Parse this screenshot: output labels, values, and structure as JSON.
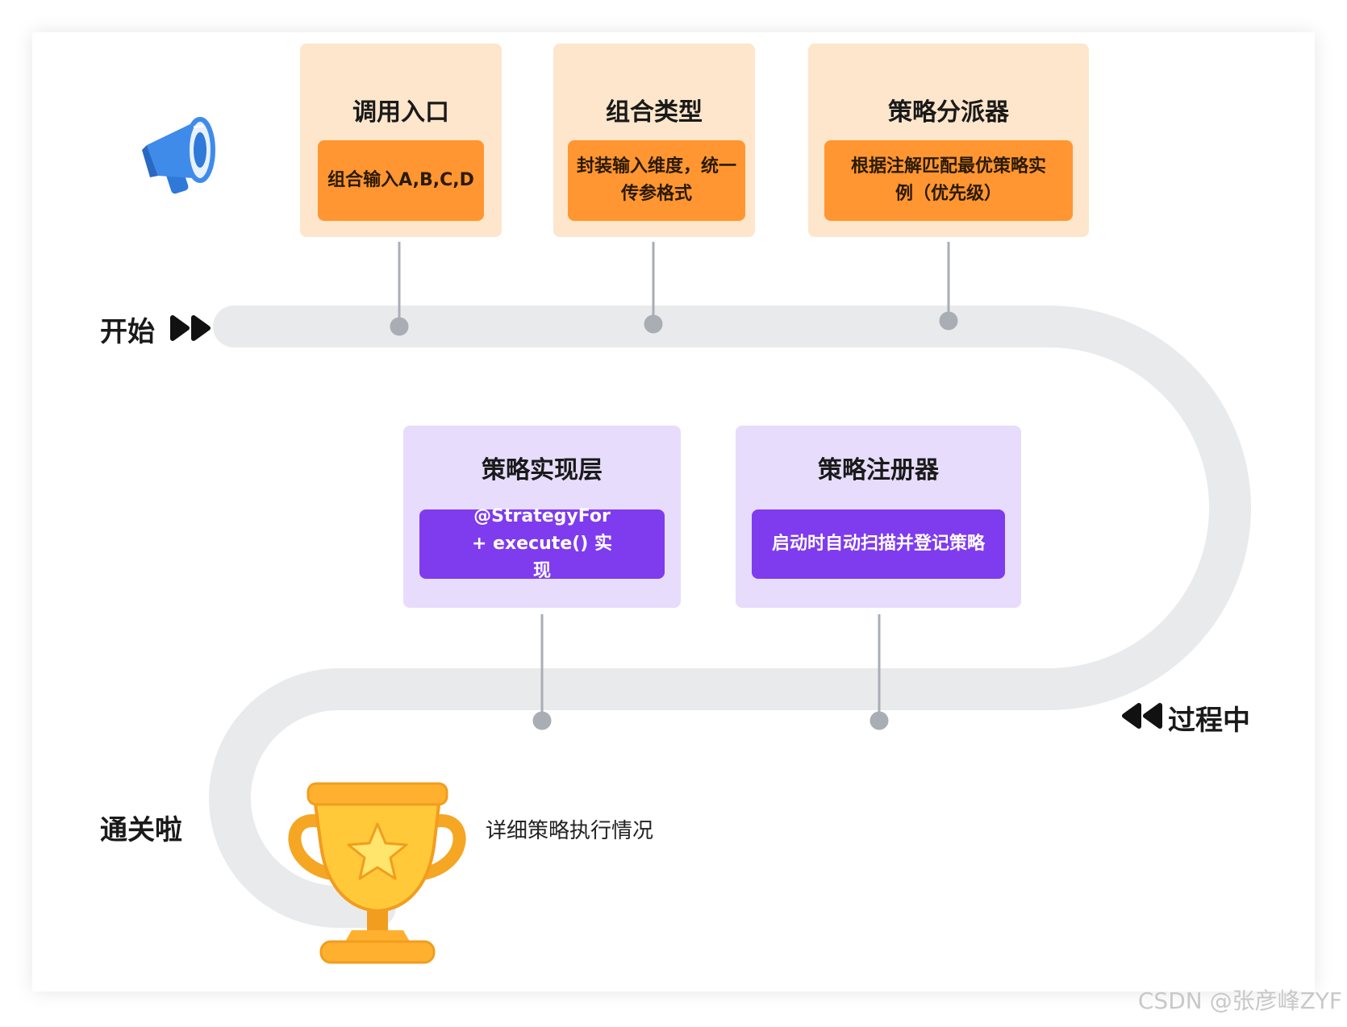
{
  "labels": {
    "start": "开始",
    "process": "过程中",
    "finish": "通关啦"
  },
  "steps": [
    {
      "title": "调用入口",
      "desc": "组合输入A,B,C,D"
    },
    {
      "title": "组合类型",
      "desc": "封装输入维度，统一传参格式"
    },
    {
      "title": "策略分派器",
      "desc": "根据注解匹配最优策略实例（优先级）"
    },
    {
      "title": "策略实现层",
      "desc": "@StrategyFor + execute() 实现"
    },
    {
      "title": "策略注册器",
      "desc": "启动时自动扫描并登记策略"
    }
  ],
  "detail": "详细策略执行情况",
  "watermark": "CSDN @张彦峰ZYF",
  "icons": {
    "start": "megaphone-icon",
    "finish": "trophy-icon",
    "forward": "fast-forward-icon",
    "rewind": "rewind-icon"
  },
  "colors": {
    "track": "#E9EAEC",
    "orange_bg": "#FDE6CB",
    "orange_inner": "#FF9631",
    "purple_bg": "#E7DCFB",
    "purple_inner": "#7F3BEE",
    "connector": "#A9AEB5"
  }
}
